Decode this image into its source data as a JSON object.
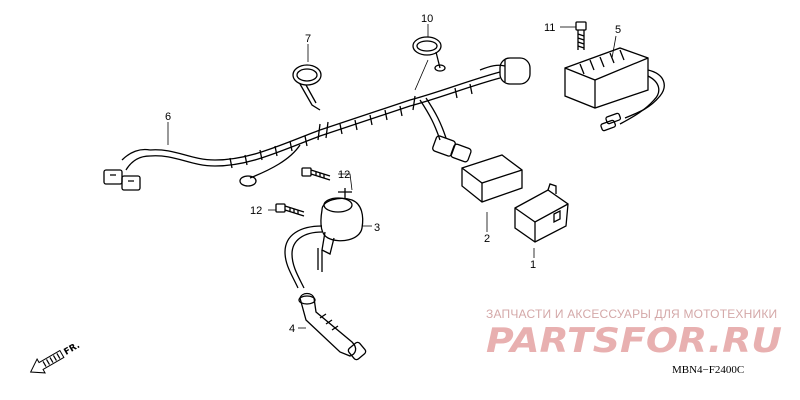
{
  "callouts": {
    "c1": "1",
    "c2": "2",
    "c3": "3",
    "c4": "4",
    "c5": "5",
    "c6": "6",
    "c7": "7",
    "c10": "10",
    "c11": "11",
    "c12a": "12",
    "c12b": "12"
  },
  "watermark": {
    "tagline": "ЗАПЧАСТИ И АКСЕССУАРЫ ДЛЯ МОТОТЕХНИКИ",
    "logo": "PARTSFOR.RU"
  },
  "diagram_code": "MBN4−F2400C",
  "direction_label": "FR.",
  "colors": {
    "line": "#000000",
    "watermark_text": "#d4a8a8",
    "watermark_logo": "#e8b0b0"
  }
}
